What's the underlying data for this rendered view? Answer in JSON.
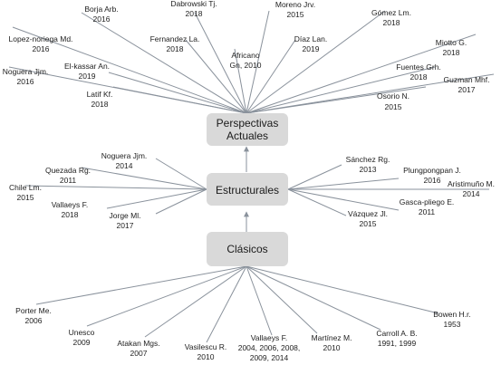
{
  "stages": {
    "perspectivas": [
      "Perspectivas",
      "Actuales"
    ],
    "estructurales": "Estructurales",
    "clasicos": "Clásicos"
  },
  "authors": {
    "perspectivas": [
      {
        "name": "Borja Arb.",
        "year": "2016"
      },
      {
        "name": "Dabrowski Tj.",
        "year": "2018"
      },
      {
        "name": "Moreno Jrv.",
        "year": "2015"
      },
      {
        "name": "Gómez Lm.",
        "year": "2018"
      },
      {
        "name": "Lopez-noriega Md.",
        "year": "2016"
      },
      {
        "name": "Fernandez La.",
        "year": "2018"
      },
      {
        "name": "Díaz Lan.",
        "year": "2019"
      },
      {
        "name": "Miotto G.",
        "year": "2018"
      },
      {
        "name": "Africano",
        "year": "Gn, 2010"
      },
      {
        "name": "El-kassar An.",
        "year": "2019"
      },
      {
        "name": "Noguera Jjm.",
        "year": "2016"
      },
      {
        "name": "Fuentes Grh.",
        "year": "2018"
      },
      {
        "name": "Guzman Mhf.",
        "year": "2017"
      },
      {
        "name": "Latif Kf.",
        "year": "2018"
      },
      {
        "name": "Osorio N.",
        "year": "2015"
      }
    ],
    "estructurales": [
      {
        "name": "Noguera Jjm.",
        "year": "2014"
      },
      {
        "name": "Sánchez Rg.",
        "year": "2013"
      },
      {
        "name": "Quezada Rg.",
        "year": "2011"
      },
      {
        "name": "Plungpongpan J.",
        "year": "2016"
      },
      {
        "name": "Chile Lm.",
        "year": "2015"
      },
      {
        "name": "Aristimuño M.",
        "year": "2014"
      },
      {
        "name": "Vallaeys F.",
        "year": "2018"
      },
      {
        "name": "Gasca-pliego E.",
        "year": "2011"
      },
      {
        "name": "Jorge Ml.",
        "year": "2017"
      },
      {
        "name": "Vázquez Jl.",
        "year": "2015"
      }
    ],
    "clasicos": [
      {
        "name": "Porter Me.",
        "year": "2006"
      },
      {
        "name": "Bowen H.r.",
        "year": "1953"
      },
      {
        "name": "Unesco",
        "year": "2009"
      },
      {
        "name": "Atakan Mgs.",
        "year": "2007"
      },
      {
        "name": "Vasilescu R.",
        "year": "2010"
      },
      {
        "name": "Vallaeys F.",
        "year": "2004, 2006,  2008,",
        "year2": "2009, 2014"
      },
      {
        "name": "Martínez M.",
        "year": "2010"
      },
      {
        "name": "Carroll A. B.",
        "year": "1991, 1999"
      }
    ]
  },
  "colors": {
    "box": "#d9d9d9",
    "line": "#8a929c",
    "text": "#222222"
  }
}
